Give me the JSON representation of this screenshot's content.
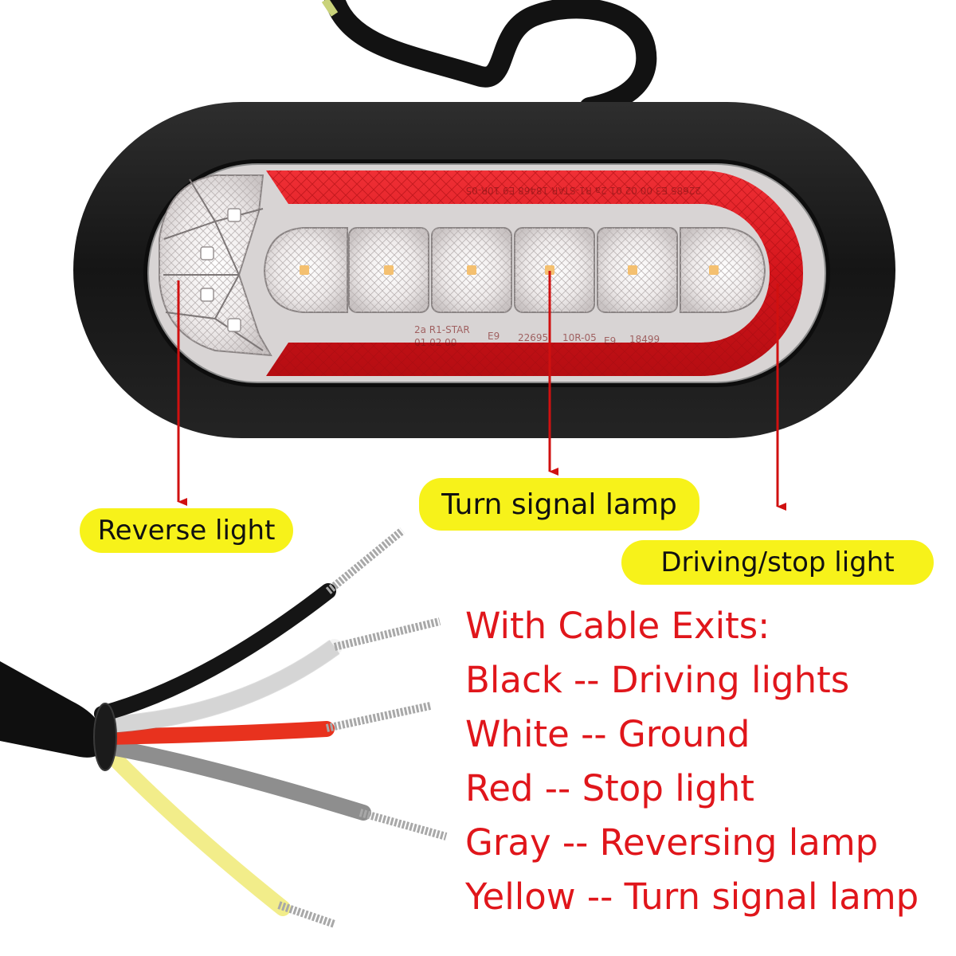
{
  "image": {
    "subject": "Oval LED trailer tail light with rubber grommet and 5-wire cable",
    "colors": {
      "label_background": "#f7f21a",
      "legend_text": "#e0161b",
      "arrow": "#d01010",
      "lamp_red": "#e01b1f",
      "housing": "#1a1a1a"
    }
  },
  "callouts": {
    "reverse": "Reverse light",
    "turn": "Turn signal lamp",
    "drive": "Driving/stop light"
  },
  "cable_legend": {
    "title": "With Cable Exits:",
    "lines": [
      "Black -- Driving lights",
      "White -- Ground",
      "Red -- Stop light",
      "Gray -- Reversing lamp",
      "Yellow -- Turn signal lamp"
    ]
  },
  "lens_markings": {
    "top": [
      "22685",
      "E3",
      "00",
      "02",
      "01",
      "2a R1-STAR",
      "18468",
      "E9",
      "10R-05"
    ],
    "bottom": [
      "2a R1-STAR",
      "01 02 00",
      "E9",
      "22695",
      "10R-05",
      "E9",
      "18499"
    ]
  }
}
